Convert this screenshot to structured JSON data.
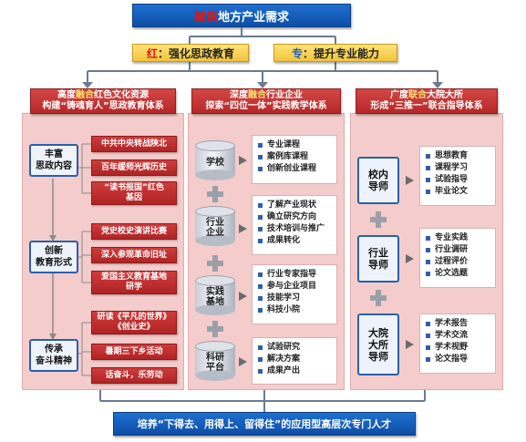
{
  "top": {
    "hl": "聚焦",
    "rest": "地方产业需求"
  },
  "red_goal": {
    "hl": "红",
    "rest": "：强化思政教育"
  },
  "pro_goal": {
    "hl": "专",
    "rest": "：提升专业能力"
  },
  "columns": [
    {
      "line1_pre": "高度",
      "line1_hl": "融合",
      "line1_post": "红色文化资源",
      "line2": "构建“铸魂育人”思政教育体系"
    },
    {
      "line1_pre": "深度",
      "line1_hl": "融合",
      "line1_post": "行业企业",
      "line2": "探索“四位一体”实践教学体系"
    },
    {
      "line1_pre": "广度",
      "line1_hl": "联合",
      "line1_post": "大院大所",
      "line2": "形成“三推一”联合指导体系"
    }
  ],
  "left": {
    "cats": [
      "丰富\n思政内容",
      "创新\n教育形式",
      "传承\n奋斗精神"
    ],
    "items": [
      "中共中央转战陕北",
      "百年缓师光辉历史",
      "“读书报国”红色\n基因",
      "党史校史演讲比赛",
      "深入参观革命旧址",
      "爱国主义教育基地\n研学",
      "研读《平凡的世界》\n《创业史》",
      "暑期三下乡活动",
      "话奋斗，乐劳动"
    ]
  },
  "middle": {
    "cats": [
      "学校",
      "行业\n企业",
      "实践\n基地",
      "科研\n平台"
    ],
    "lists": [
      [
        "专业课程",
        "案例库课程",
        "创新创业课程"
      ],
      [
        "了解产业现状",
        "确立研究方向",
        "技术培训与推广",
        "成果转化"
      ],
      [
        "行业专家指导",
        "参与企业项目",
        "技能学习",
        "科技小院"
      ],
      [
        "试验研究",
        "解决方案",
        "成果产出"
      ]
    ]
  },
  "right": {
    "cats": [
      "校内\n导师",
      "行业\n导师",
      "大院\n大所\n导师"
    ],
    "lists": [
      [
        "思想教育",
        "课程学习",
        "试验指导",
        "毕业论文"
      ],
      [
        "专业实践",
        "行业调研",
        "过程评价",
        "论文选题"
      ],
      [
        "学术报告",
        "学术交流",
        "学术视野",
        "论文指导"
      ]
    ]
  },
  "bottom": "培养“下得去、用得上、留得住”的应用型高层次专门人才"
}
